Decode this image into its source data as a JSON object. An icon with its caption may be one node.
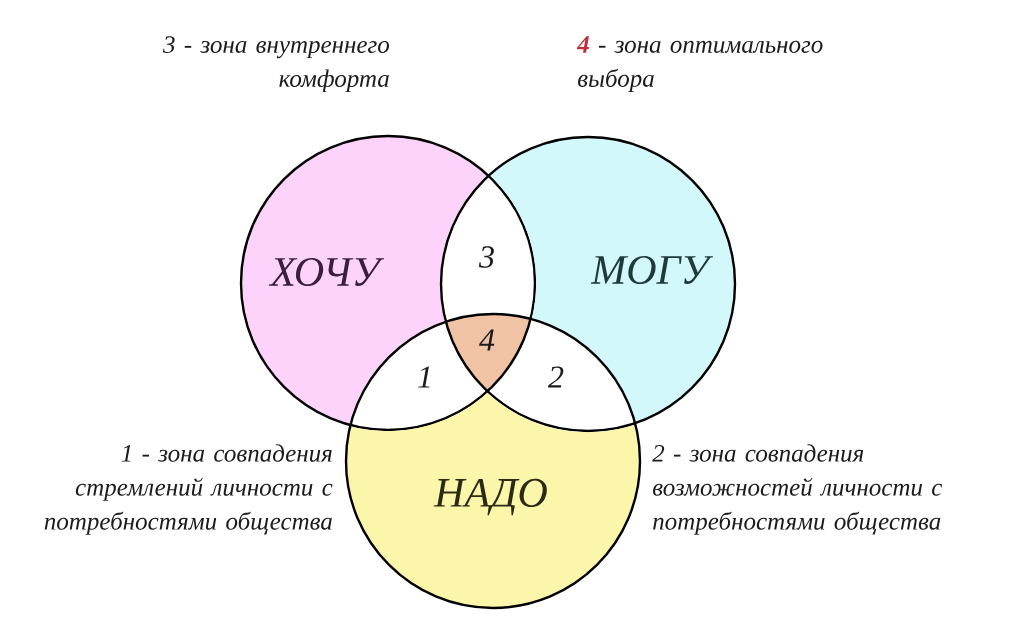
{
  "diagram": {
    "nodes": [
      {
        "text": [
          "ХОЧУ"
        ]
      },
      {
        "text": [
          "МОГУ"
        ]
      },
      {
        "text": [
          "НАДО"
        ]
      }
    ],
    "labels": [
      "3 - зона внутреннего комфорта",
      "**4** - зона оптимального выбора",
      "3",
      "4",
      "1",
      "2",
      "1 - зона совпадения стремлений личности с потребностями общества",
      "2 - зона совпадения возможностей личности с потребностями общества"
    ]
  }
}
